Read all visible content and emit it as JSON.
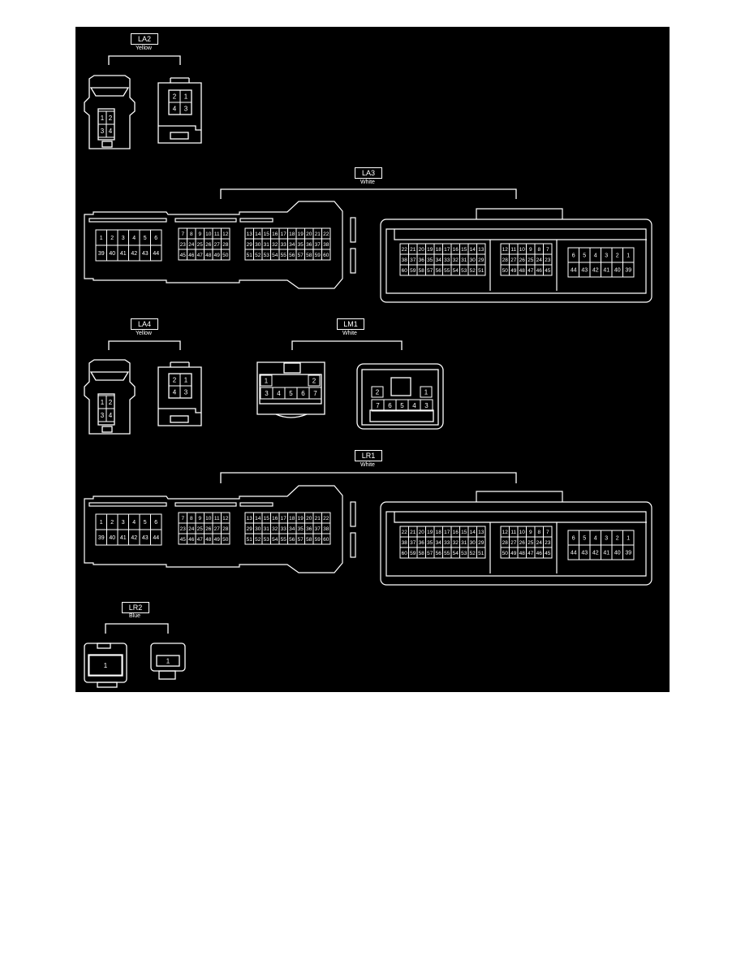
{
  "diagram": {
    "background": "#000000",
    "line_color": "#ffffff",
    "connectors": [
      {
        "id": "LA2",
        "color": "Yellow",
        "views": [
          {
            "name": "harness-side",
            "rows": [
              [
                "1",
                "2"
              ],
              [
                "3",
                "4"
              ]
            ]
          },
          {
            "name": "component-side",
            "rows": [
              [
                "2",
                "1"
              ],
              [
                "4",
                "3"
              ]
            ]
          }
        ]
      },
      {
        "id": "LA3",
        "color": "White",
        "views": [
          {
            "name": "harness-side",
            "blocks": [
              {
                "rows": [
                  [
                    "1",
                    "2",
                    "3",
                    "4",
                    "5",
                    "6"
                  ],
                  [
                    "39",
                    "40",
                    "41",
                    "42",
                    "43",
                    "44"
                  ]
                ]
              },
              {
                "rows": [
                  [
                    "7",
                    "8",
                    "9",
                    "10",
                    "11",
                    "12"
                  ],
                  [
                    "23",
                    "24",
                    "25",
                    "26",
                    "27",
                    "28"
                  ],
                  [
                    "45",
                    "46",
                    "47",
                    "48",
                    "49",
                    "50"
                  ]
                ]
              },
              {
                "rows": [
                  [
                    "13",
                    "14",
                    "15",
                    "16",
                    "17",
                    "18",
                    "19",
                    "20",
                    "21",
                    "22"
                  ],
                  [
                    "29",
                    "30",
                    "31",
                    "32",
                    "33",
                    "34",
                    "35",
                    "36",
                    "37",
                    "38"
                  ],
                  [
                    "51",
                    "52",
                    "53",
                    "54",
                    "55",
                    "56",
                    "57",
                    "58",
                    "59",
                    "60"
                  ]
                ]
              }
            ]
          },
          {
            "name": "component-side",
            "blocks": [
              {
                "rows": [
                  [
                    "22",
                    "21",
                    "20",
                    "19",
                    "18",
                    "17",
                    "16",
                    "15",
                    "14",
                    "13"
                  ],
                  [
                    "38",
                    "37",
                    "36",
                    "35",
                    "34",
                    "33",
                    "32",
                    "31",
                    "30",
                    "29"
                  ],
                  [
                    "60",
                    "59",
                    "58",
                    "57",
                    "56",
                    "55",
                    "54",
                    "53",
                    "52",
                    "51"
                  ]
                ]
              },
              {
                "rows": [
                  [
                    "12",
                    "11",
                    "10",
                    "9",
                    "8",
                    "7"
                  ],
                  [
                    "28",
                    "27",
                    "26",
                    "25",
                    "24",
                    "23"
                  ],
                  [
                    "50",
                    "49",
                    "48",
                    "47",
                    "46",
                    "45"
                  ]
                ]
              },
              {
                "rows": [
                  [
                    "6",
                    "5",
                    "4",
                    "3",
                    "2",
                    "1"
                  ],
                  [
                    "44",
                    "43",
                    "42",
                    "41",
                    "40",
                    "39"
                  ]
                ]
              }
            ]
          }
        ]
      },
      {
        "id": "LA4",
        "color": "Yellow",
        "views": [
          {
            "name": "harness-side",
            "rows": [
              [
                "1",
                "2"
              ],
              [
                "3",
                "4"
              ]
            ]
          },
          {
            "name": "component-side",
            "rows": [
              [
                "2",
                "1"
              ],
              [
                "4",
                "3"
              ]
            ]
          }
        ]
      },
      {
        "id": "LM1",
        "color": "White",
        "views": [
          {
            "name": "harness-side",
            "top": [
              "1",
              "2"
            ],
            "bottom": [
              "3",
              "4",
              "5",
              "6",
              "7"
            ]
          },
          {
            "name": "component-side",
            "top": [
              "2",
              "1"
            ],
            "bottom": [
              "7",
              "6",
              "5",
              "4",
              "3"
            ]
          }
        ]
      },
      {
        "id": "LR1",
        "color": "White",
        "views": [
          {
            "name": "harness-side",
            "blocks": [
              {
                "rows": [
                  [
                    "1",
                    "2",
                    "3",
                    "4",
                    "5",
                    "6"
                  ],
                  [
                    "39",
                    "40",
                    "41",
                    "42",
                    "43",
                    "44"
                  ]
                ]
              },
              {
                "rows": [
                  [
                    "7",
                    "8",
                    "9",
                    "10",
                    "11",
                    "12"
                  ],
                  [
                    "23",
                    "24",
                    "25",
                    "26",
                    "27",
                    "28"
                  ],
                  [
                    "45",
                    "46",
                    "47",
                    "48",
                    "49",
                    "50"
                  ]
                ]
              },
              {
                "rows": [
                  [
                    "13",
                    "14",
                    "15",
                    "16",
                    "17",
                    "18",
                    "19",
                    "20",
                    "21",
                    "22"
                  ],
                  [
                    "29",
                    "30",
                    "31",
                    "32",
                    "33",
                    "34",
                    "35",
                    "36",
                    "37",
                    "38"
                  ],
                  [
                    "51",
                    "52",
                    "53",
                    "54",
                    "55",
                    "56",
                    "57",
                    "58",
                    "59",
                    "60"
                  ]
                ]
              }
            ]
          },
          {
            "name": "component-side",
            "blocks": [
              {
                "rows": [
                  [
                    "22",
                    "21",
                    "20",
                    "19",
                    "18",
                    "17",
                    "16",
                    "15",
                    "14",
                    "13"
                  ],
                  [
                    "38",
                    "37",
                    "36",
                    "35",
                    "34",
                    "33",
                    "32",
                    "31",
                    "30",
                    "29"
                  ],
                  [
                    "60",
                    "59",
                    "58",
                    "57",
                    "56",
                    "55",
                    "54",
                    "53",
                    "52",
                    "51"
                  ]
                ]
              },
              {
                "rows": [
                  [
                    "12",
                    "11",
                    "10",
                    "9",
                    "8",
                    "7"
                  ],
                  [
                    "28",
                    "27",
                    "26",
                    "25",
                    "24",
                    "23"
                  ],
                  [
                    "50",
                    "49",
                    "48",
                    "47",
                    "46",
                    "45"
                  ]
                ]
              },
              {
                "rows": [
                  [
                    "6",
                    "5",
                    "4",
                    "3",
                    "2",
                    "1"
                  ],
                  [
                    "44",
                    "43",
                    "42",
                    "41",
                    "40",
                    "39"
                  ]
                ]
              }
            ]
          }
        ]
      },
      {
        "id": "LR2",
        "color": "Blue",
        "views": [
          {
            "name": "harness-side",
            "rows": [
              [
                "1"
              ]
            ]
          },
          {
            "name": "component-side",
            "rows": [
              [
                "1"
              ]
            ]
          }
        ]
      }
    ]
  }
}
